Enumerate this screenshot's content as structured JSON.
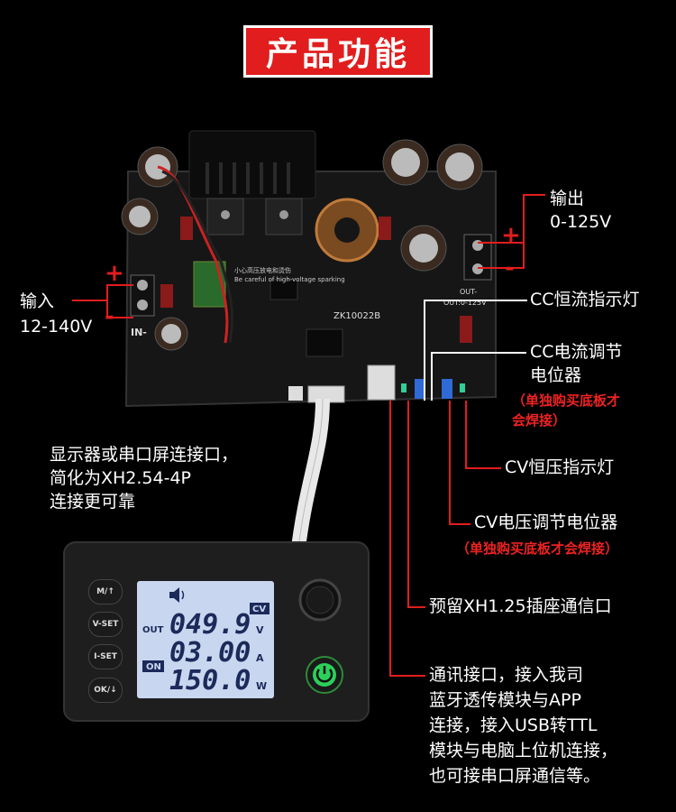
{
  "title": "产品功能",
  "board": {
    "model": "ZK10022B",
    "warning_cn": "小心高压放电和烫伤",
    "warning_en": "Be careful of high-voltage sparking",
    "out_label": "OUT-",
    "out_range": "OUT:0-125V",
    "in_label": "IN-"
  },
  "labels": {
    "output_title": "输出",
    "output_range": "0-125V",
    "input_title": "输入",
    "input_range": "12-140V",
    "cc_indicator": "CC恒流指示灯",
    "cc_pot_line1": "CC电流调节",
    "cc_pot_line2": "电位器",
    "cc_pot_note_line1": "（单独购买底板才",
    "cc_pot_note_line2": "会焊接）",
    "display_port_line1": "显示器或串口屏连接口，",
    "display_port_line2": "简化为XH2.54-4P",
    "display_port_line3": "连接更可靠",
    "cv_indicator": "CV恒压指示灯",
    "cv_pot": "CV电压调节电位器",
    "cv_pot_note": "（单独购买底板才会焊接）",
    "xh125_port": "预留XH1.25插座通信口",
    "comm_line1": "通讯接口，接入我司",
    "comm_line2": "蓝牙透传模块与APP",
    "comm_line3": "连接，接入USB转TTL",
    "comm_line4": "模块与电脑上位机连接，",
    "comm_line5": "也可接串口屏通信等。",
    "plus": "+",
    "minus": "-"
  },
  "display": {
    "buttons": [
      "M/↑",
      "V-SET",
      "I-SET",
      "OK/↓"
    ],
    "mode": "CV",
    "out_tag": "OUT",
    "on_tag": "ON",
    "voltage": "049.9",
    "voltage_unit": "V",
    "current": "03.00",
    "current_unit": "A",
    "power": "150.0",
    "power_unit": "W"
  },
  "colors": {
    "accent_red": "#e11d1d",
    "lcd_bg": "#c8d6f0",
    "pcb": "#1a1a1a"
  }
}
